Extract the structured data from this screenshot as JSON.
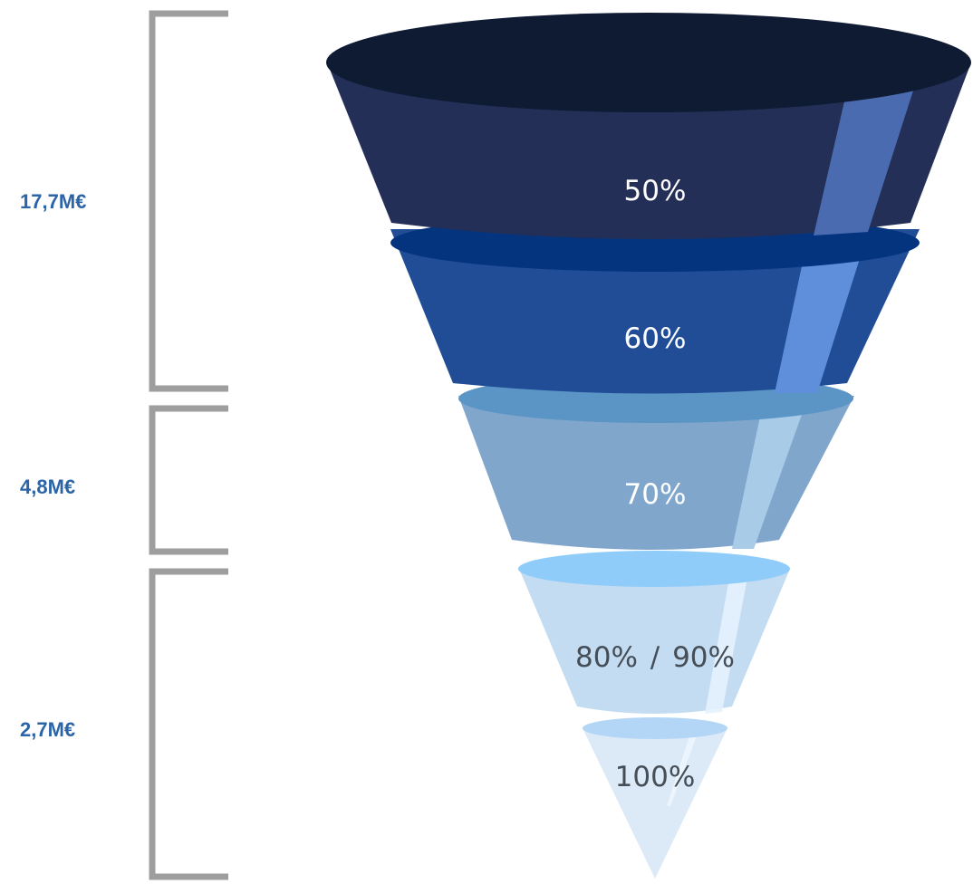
{
  "brackets": [
    {
      "amount": "17,7M€"
    },
    {
      "amount": "4,8M€"
    },
    {
      "amount": "2,7M€"
    }
  ],
  "funnel": {
    "stages": [
      {
        "label": "50%",
        "colors": {
          "front": "#232f56",
          "top": "#0f1a33",
          "highlight": "#4a6bb0"
        }
      },
      {
        "label": "60%",
        "colors": {
          "front": "#204d96",
          "top": "#05347e",
          "highlight": "#5f8fda"
        }
      },
      {
        "label": "70%",
        "colors": {
          "front": "#80a6cb",
          "top": "#5b95c5",
          "highlight": "#a8cbe8"
        }
      },
      {
        "label": "80%",
        "label_suffix": "90%",
        "separator": "/",
        "colors": {
          "front": "#c3dcf1",
          "top": "#8fccfa",
          "highlight": "#e4f2fd"
        }
      },
      {
        "label": "100%",
        "colors": {
          "front": "#dceaf8",
          "top": "#b3d6f6",
          "highlight": "#f0f7fe"
        }
      }
    ]
  }
}
